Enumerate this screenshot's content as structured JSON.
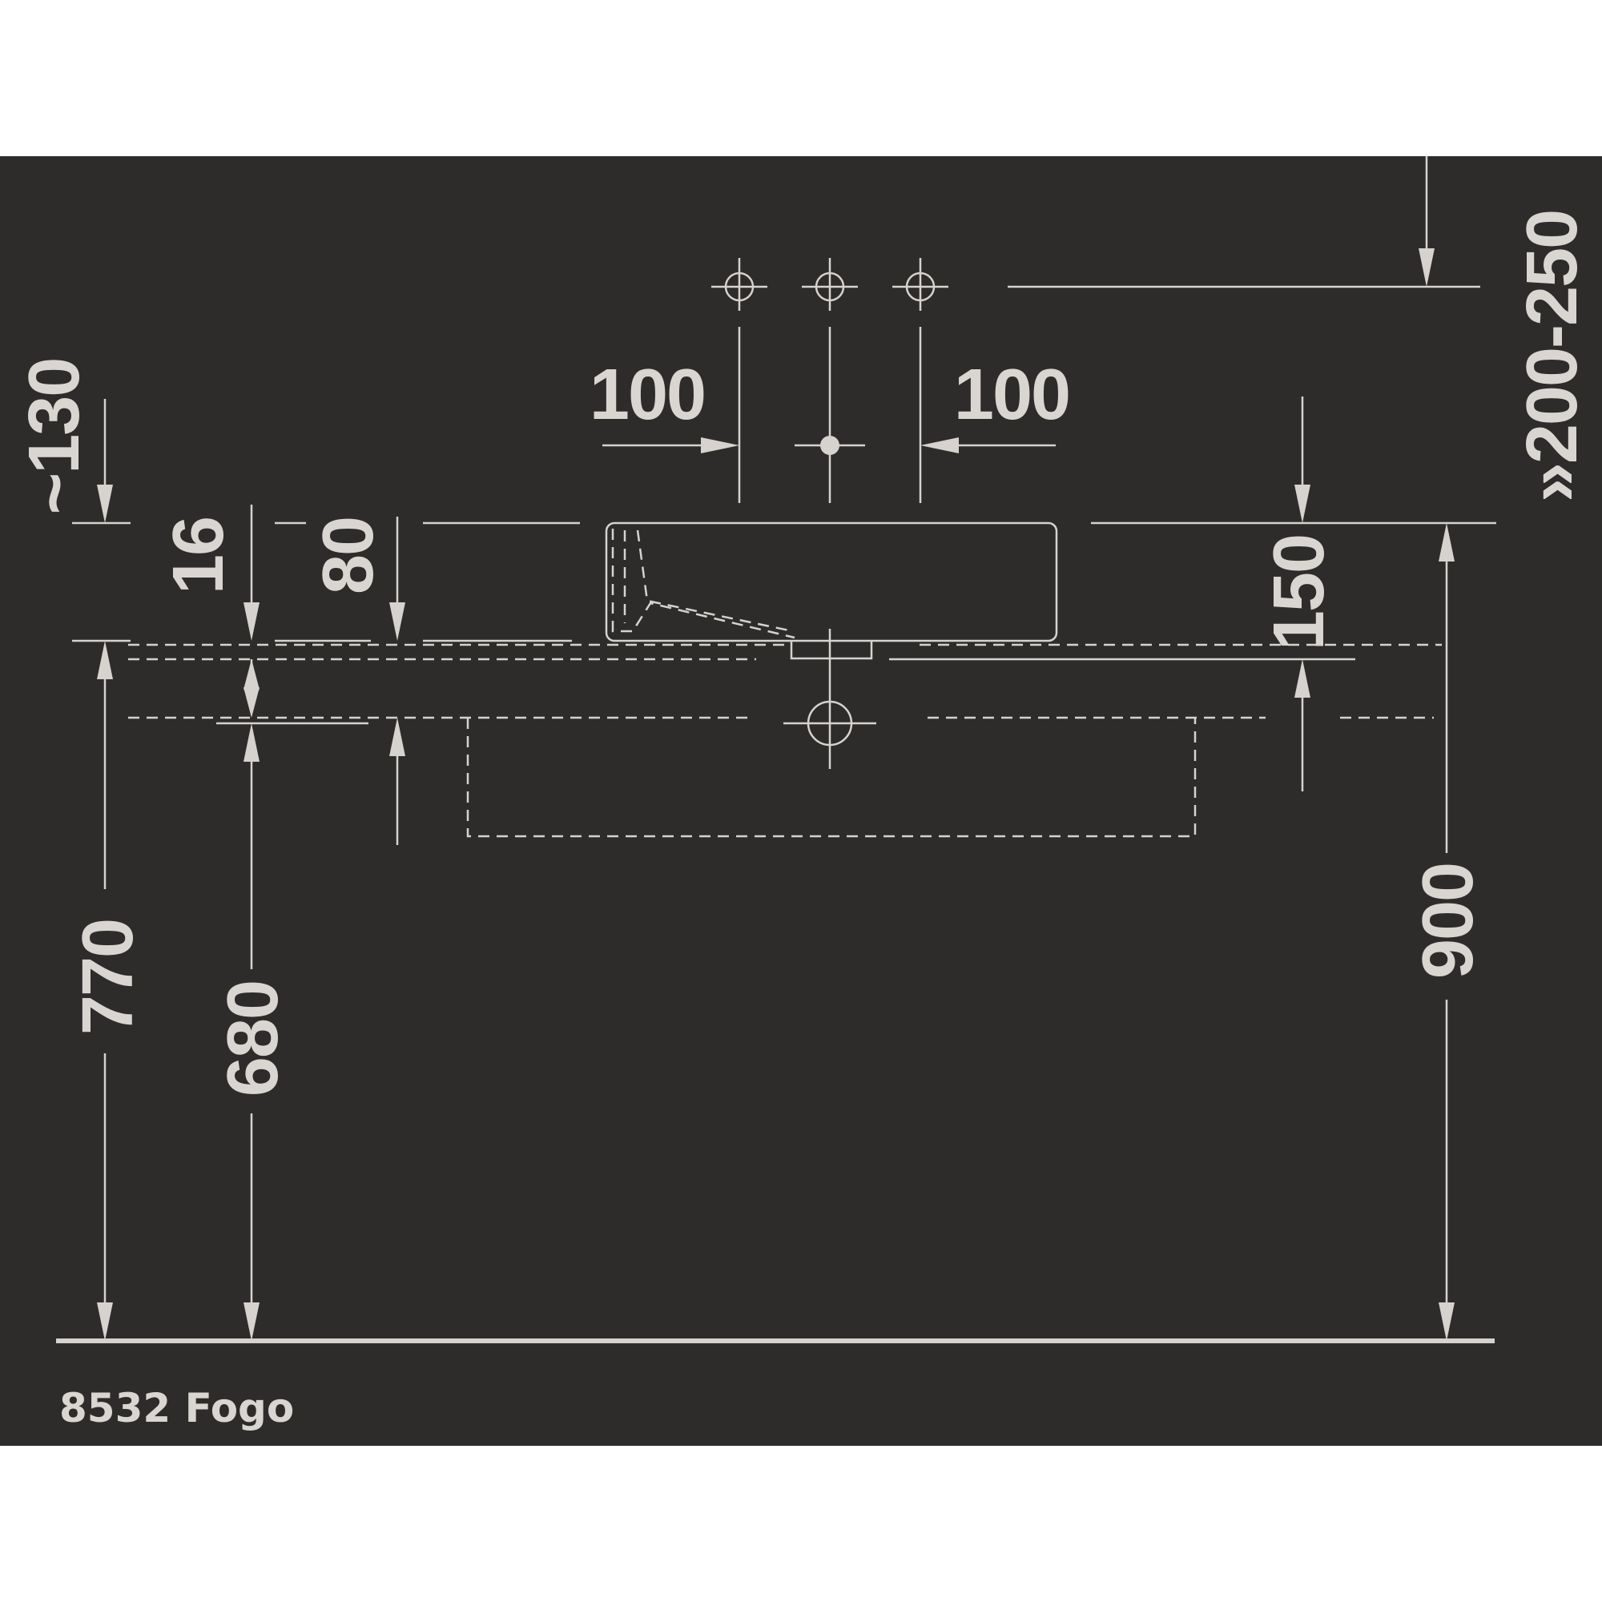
{
  "drawing": {
    "caption": "8532 Fogo",
    "dimensions": {
      "tap_spacing_left": "100",
      "tap_spacing_right": "100",
      "top_approx": "~130",
      "rim_thickness": "16",
      "basin_depth": "80",
      "basin_height": "150",
      "tap_height": "»200-250",
      "height_770": "770",
      "height_680": "680",
      "height_900": "900"
    },
    "colors": {
      "background": "#2e2c2b",
      "lines": "#d6d2ce"
    }
  }
}
